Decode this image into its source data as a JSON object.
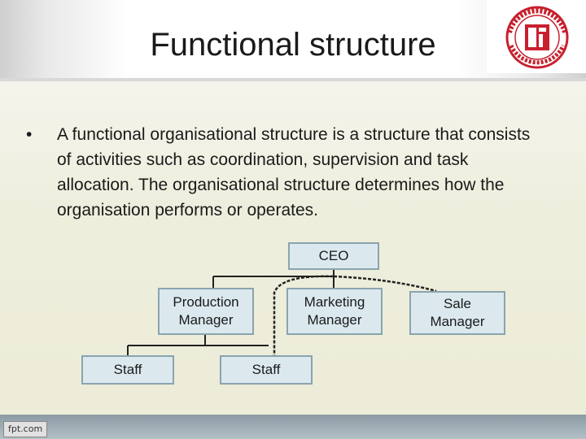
{
  "slide": {
    "title": "Functional structure",
    "bullet_symbol": "•",
    "bullet_text": "A functional organisational structure is a structure that consists of activities such as coordination, supervision and task allocation. The organisational structure determines how the organisation performs or operates.",
    "footer_badge": "fpt.com"
  },
  "org_chart": {
    "ceo": "CEO",
    "production_manager": "Production\nManager",
    "marketing_manager": "Marketing\nManager",
    "sale_manager": "Sale\nManager",
    "staff_left": "Staff",
    "staff_middle": "Staff"
  },
  "logo": {
    "name": "university-seal-logo",
    "text": "ĐẠI HỌC NGOẠI THƯƠNG · FOREIGN TRADE UNIVERSITY",
    "color": "#c8202e"
  },
  "colors": {
    "box_fill": "#dbe9ef",
    "box_border": "#8aa4ae",
    "content_bg": "#eeeedd",
    "connector": "#222222"
  }
}
